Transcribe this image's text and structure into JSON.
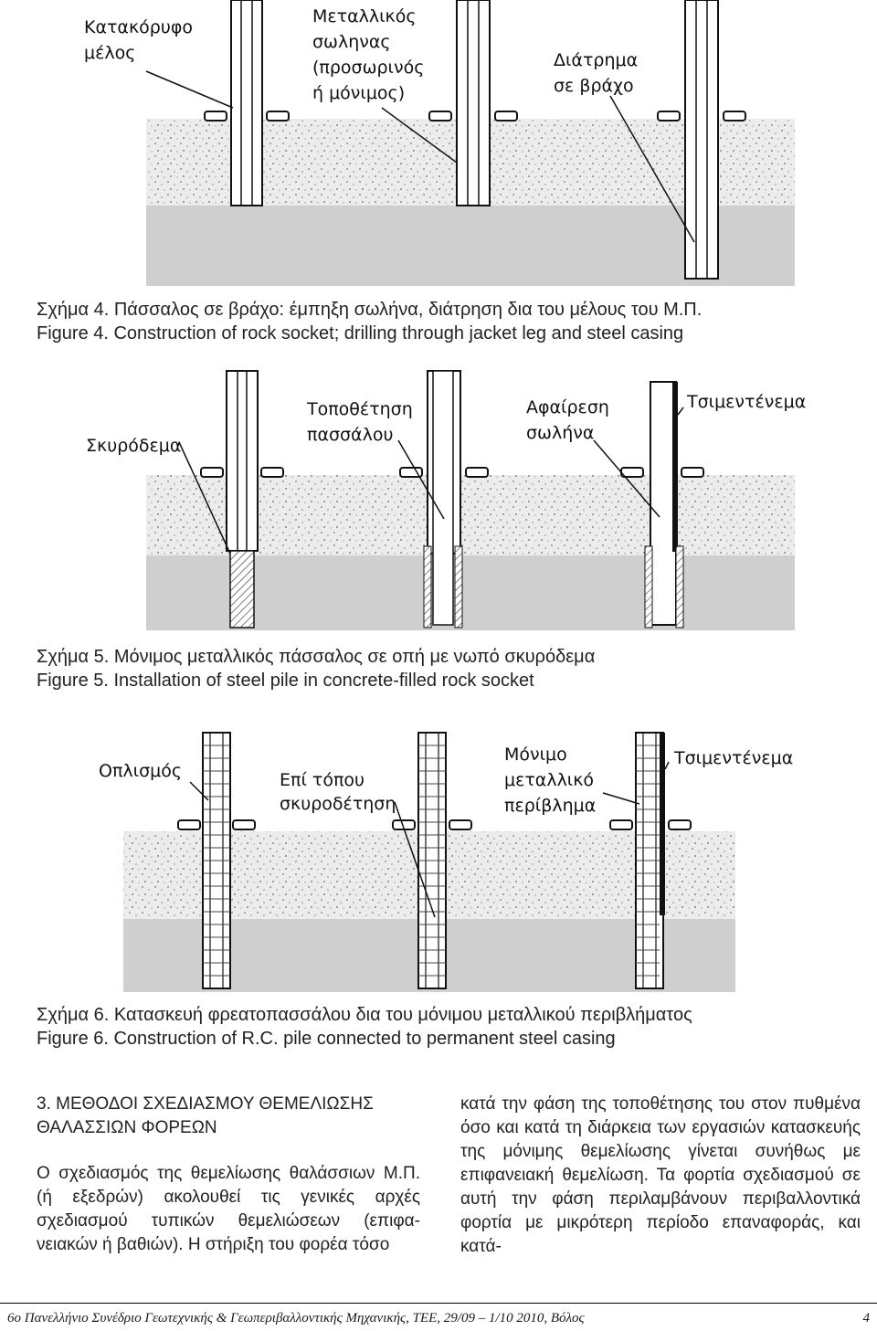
{
  "figure4": {
    "labels": {
      "vertical_member": [
        "Κατακόρυφο",
        "μέλος"
      ],
      "steel_casing": [
        "Μεταλλικός",
        "σωληνας",
        "(προσωρινός",
        "ή μόνιμος)"
      ],
      "rock_drilling": [
        "Διάτρημα",
        "σε βράχο"
      ]
    },
    "caption_gr": "Σχήμα 4. Πάσσαλος σε βράχο: έμπηξη σωλήνα, διάτρηση δια του μέλους του Μ.Π.",
    "caption_en": "Figure 4.  Construction of rock socket; drilling through jacket leg and steel casing"
  },
  "figure5": {
    "labels": {
      "concrete": [
        "Σκυρόδεμα"
      ],
      "pile_placement": [
        "Τοποθέτηση",
        "πασσάλου"
      ],
      "casing_removal": [
        "Αφαίρεση",
        "σωλήνα"
      ],
      "grout": [
        "Τσιμεντένεμα"
      ]
    },
    "caption_gr": "Σχήμα 5. Μόνιμος μεταλλικός πάσσαλος σε οπή με νωπό σκυρόδεμα",
    "caption_en": "Figure 5.  Installation of steel pile in concrete-filled rock socket"
  },
  "figure6": {
    "labels": {
      "reinforcement": [
        "Οπλισμός"
      ],
      "in_situ_concrete": [
        "Επί τόπου",
        "σκυροδέτηση"
      ],
      "permanent_casing": [
        "Μόνιμο",
        "μεταλλικό",
        "περίβλημα"
      ],
      "grout": [
        "Τσιμεντένεμα"
      ]
    },
    "caption_gr": "Σχήμα 6. Κατασκευή φρεατοπασσάλου δια του μόνιμου μεταλλικού περιβλήματος",
    "caption_en": "Figure 6.  Construction of R.C. pile connected to permanent steel casing"
  },
  "body": {
    "heading_line1": "3. ΜΕΘΟΔΟΙ ΣΧΕΔΙΑΣΜΟΥ ΘΕΜΕΛΙΩΣΗΣ",
    "heading_line2": "ΘΑΛΑΣΣΙΩΝ ΦΟΡΕΩΝ",
    "left_paragraph": "Ο σχεδιασμός της θεμελίωσης θαλάσσιων Μ.Π. (ή εξεδρών) ακολουθεί τις γενικές αρχές σχεδιασμού τυπικών θεμελιώσεων (επιφα-νειακών ή βαθιών). Η στήριξη του φορέα τόσο",
    "right_paragraph": "κατά την φάση της τοποθέτησης του στον πυθμένα όσο και κατά τη διάρκεια των εργασιών κατασκευής της μόνιμης θεμελίωσης γίνεται συνήθως με επιφανειακή θεμελίωση. Τα φορτία σχεδιασμού σε αυτή την φάση περιλαμβάνουν περιβαλλοντικά φορτία με μικρότερη περίοδο επαναφοράς, και κατά-"
  },
  "footer": {
    "conference": "6ο Πανελλήνιο Συνέδριο Γεωτεχνικής & Γεωπεριβαλλοντικής Μηχανικής, ΤΕΕ, 29/09 – 1/10 2010, Βόλος",
    "page_number": "4"
  }
}
